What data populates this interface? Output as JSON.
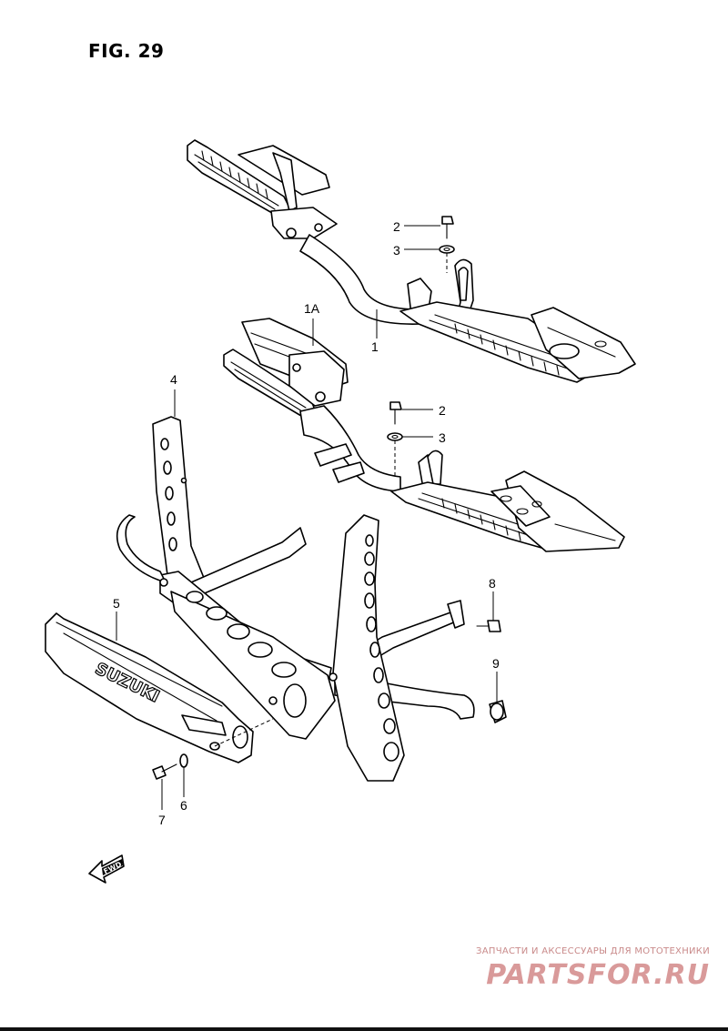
{
  "figure": {
    "title": "FIG. 29"
  },
  "callouts": {
    "c1": "1",
    "c1a": "1A",
    "c2a": "2",
    "c3a": "3",
    "c2b": "2",
    "c3b": "3",
    "c4": "4",
    "c5": "5",
    "c6": "6",
    "c7": "7",
    "c8": "8",
    "c9": "9"
  },
  "guard_lettering": "SUZUKI",
  "direction_arrow": {
    "label": "FWD"
  },
  "watermark": {
    "subtitle": "ЗАПЧАСТИ И АКСЕССУАРЫ ДЛЯ МОТОТЕХНИКИ",
    "brand": "PARTSFOR.RU"
  },
  "colors": {
    "line": "#000000",
    "watermark": "#d99a9a"
  }
}
